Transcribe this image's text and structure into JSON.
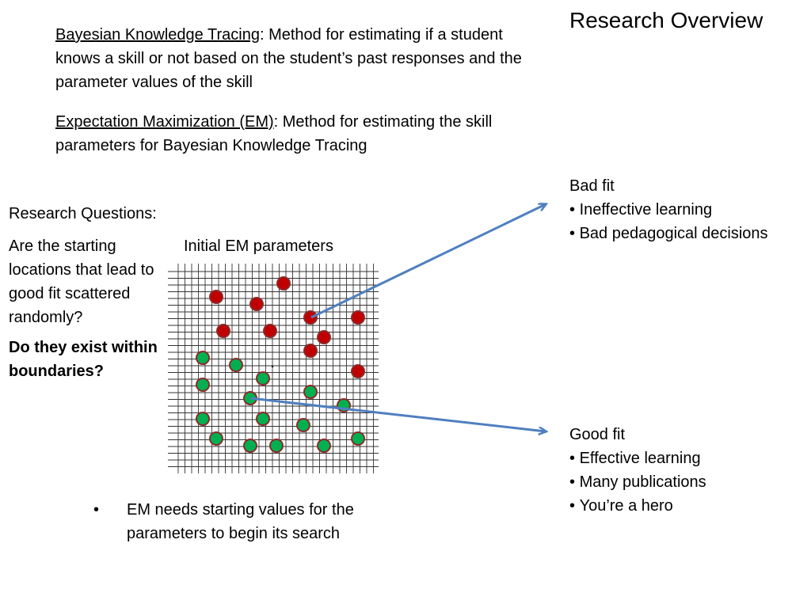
{
  "slide": {
    "title": "Research Overview"
  },
  "definitions": [
    {
      "term": "Bayesian Knowledge Tracing",
      "separator": ":",
      "text": " Method for estimating if a student knows a skill or not based on the student’s past responses and the parameter values of the skill"
    },
    {
      "term": "Expectation Maximization (EM)",
      "separator": ":",
      "text": " Method for estimating the skill parameters for Bayesian Knowledge Tracing"
    }
  ],
  "research": {
    "heading": "Research Questions:",
    "question": "Are the starting locations that lead to good fit scattered randomly?",
    "emphasis": "Do they exist within boundaries?"
  },
  "grid": {
    "label": "Initial EM parameters",
    "colors": {
      "bad_fill": "#c00000",
      "good_fill": "#00b050",
      "outline": "#8b2a2a",
      "arrow": "#4f7fbf",
      "grid_line": "#333333"
    }
  },
  "outcomes": {
    "bad": {
      "title": "Bad fit",
      "items": [
        "Ineffective learning",
        "Bad pedagogical decisions"
      ]
    },
    "good": {
      "title": "Good fit",
      "items": [
        "Effective learning",
        "Many publications",
        "You’re a hero"
      ]
    }
  },
  "note": {
    "bullet": "•",
    "text": "EM needs starting values for the parameters to begin its search"
  }
}
